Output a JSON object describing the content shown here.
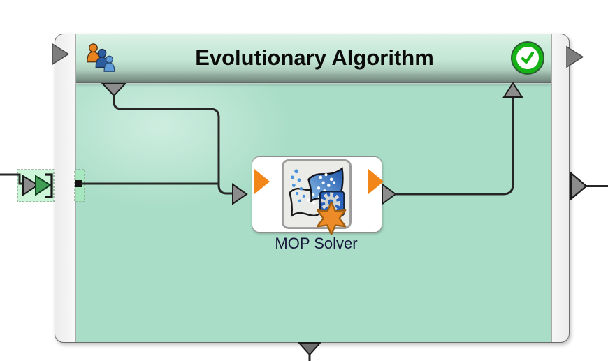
{
  "system_node": {
    "title": "Evolutionary Algorithm",
    "status": "completed",
    "title_icon": "group-pawns-icon",
    "status_icon": "check-circle-icon"
  },
  "mop_node": {
    "label": "MOP Solver",
    "icon": "mop-metamodel-icon"
  },
  "colors": {
    "body_green": "#a9ddc8",
    "header_light": "#ddf2e7",
    "header_dark": "#71857c",
    "rail_white": "#ffffff",
    "wire": "#262626",
    "port_gray": "#8c8c8c",
    "port_orange": "#f28618",
    "port_green": "#3f9e54",
    "status_green": "#16b316",
    "selection_green": "#a9eab8",
    "icon_blue": "#2a63bd",
    "star_orange": "#ec8b28"
  },
  "icons": {
    "group_pawns": "three-pawn-figures",
    "status_check": "check-mark",
    "mop": "curved-surfaces-dots-gear-star"
  }
}
